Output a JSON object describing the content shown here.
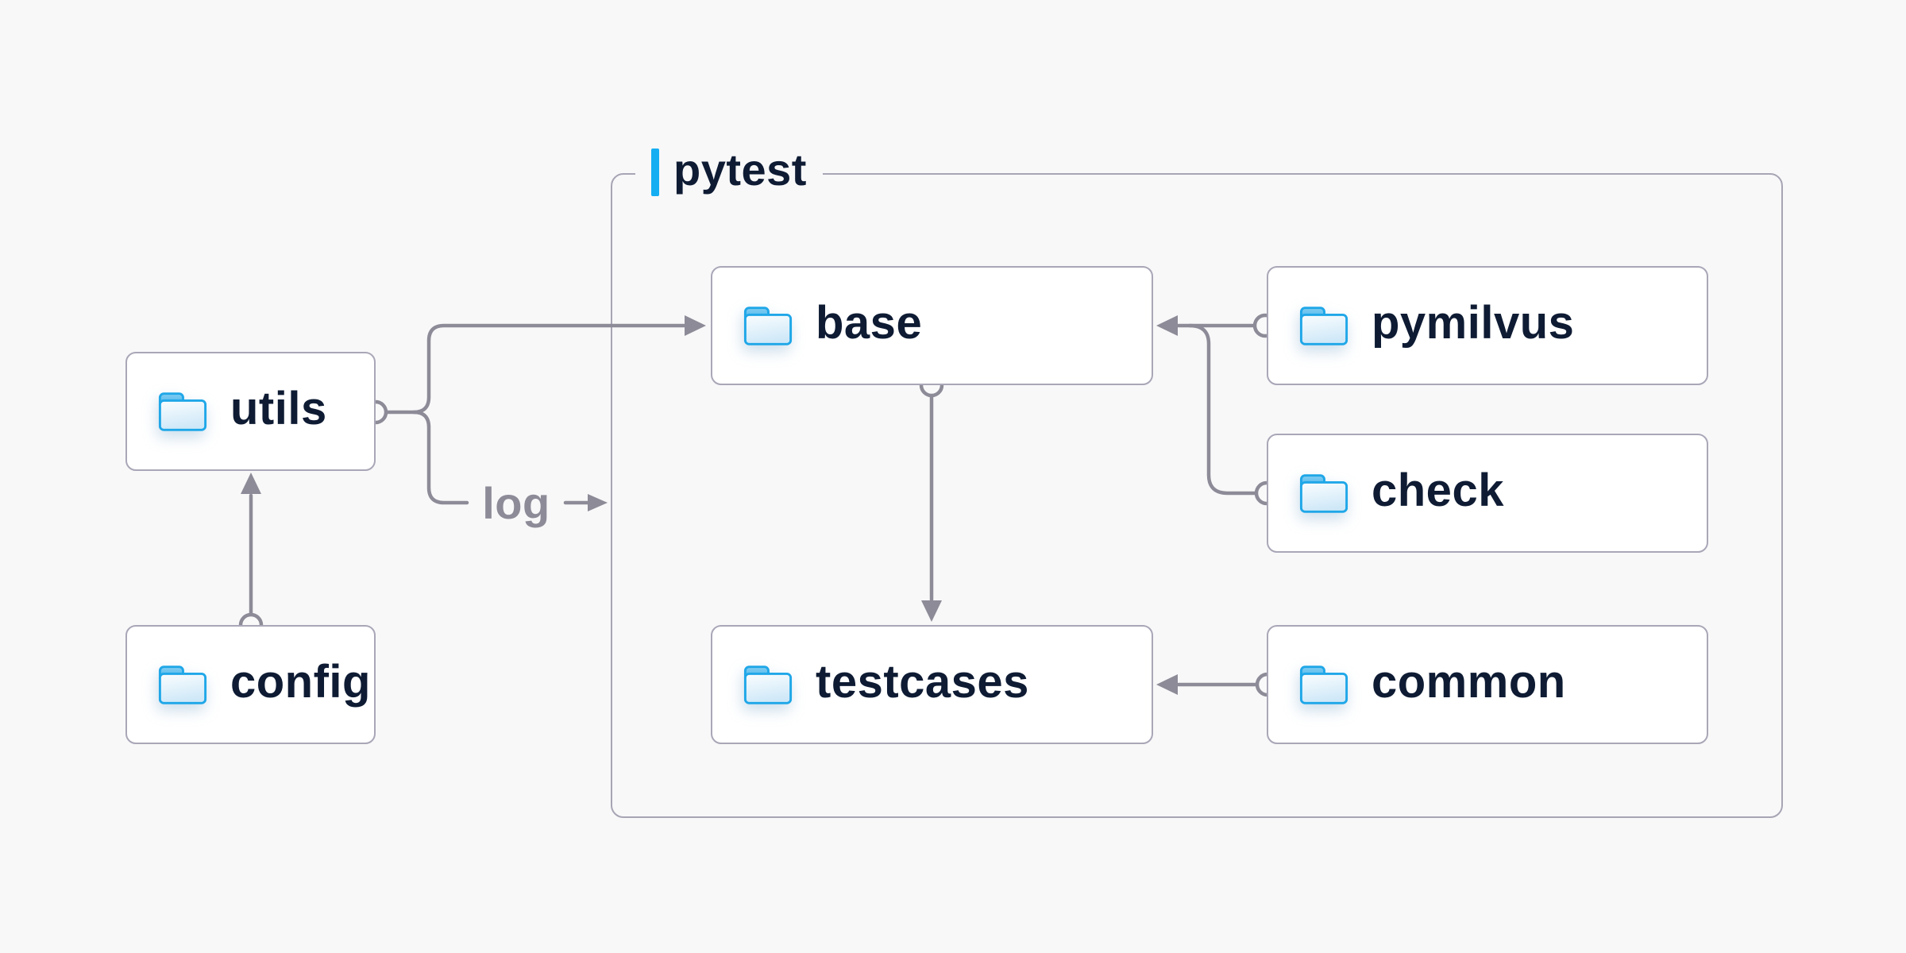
{
  "diagram": {
    "container": {
      "label": "pytest"
    },
    "nodes": [
      {
        "id": "utils",
        "label": "utils"
      },
      {
        "id": "config",
        "label": "config"
      },
      {
        "id": "base",
        "label": "base"
      },
      {
        "id": "pymilvus",
        "label": "pymilvus"
      },
      {
        "id": "check",
        "label": "check"
      },
      {
        "id": "testcases",
        "label": "testcases"
      },
      {
        "id": "common",
        "label": "common"
      }
    ],
    "edges": [
      {
        "from": "config",
        "to": "utils",
        "label": ""
      },
      {
        "from": "utils",
        "to": "base",
        "label": ""
      },
      {
        "from": "utils",
        "to": "log-out",
        "label": "log"
      },
      {
        "from": "base",
        "to": "testcases",
        "label": ""
      },
      {
        "from": "pymilvus",
        "to": "base",
        "label": ""
      },
      {
        "from": "check",
        "to": "base",
        "label": ""
      },
      {
        "from": "common",
        "to": "testcases",
        "label": ""
      }
    ],
    "colors": {
      "background": "#f8f8f9",
      "node_fill": "#ffffff",
      "node_border": "#a9a7b7",
      "container_border": "#a7a5b4",
      "connector": "#8d8b97",
      "node_text": "#0e1b33",
      "edge_label_text": "#8d8b97",
      "accent_bar": "#16aef2",
      "folder_stroke": "#1fa7e8",
      "folder_tab": "#2fade9",
      "folder_body_light": "#fafdfe",
      "folder_body_shade": "#cfe8f8"
    }
  }
}
